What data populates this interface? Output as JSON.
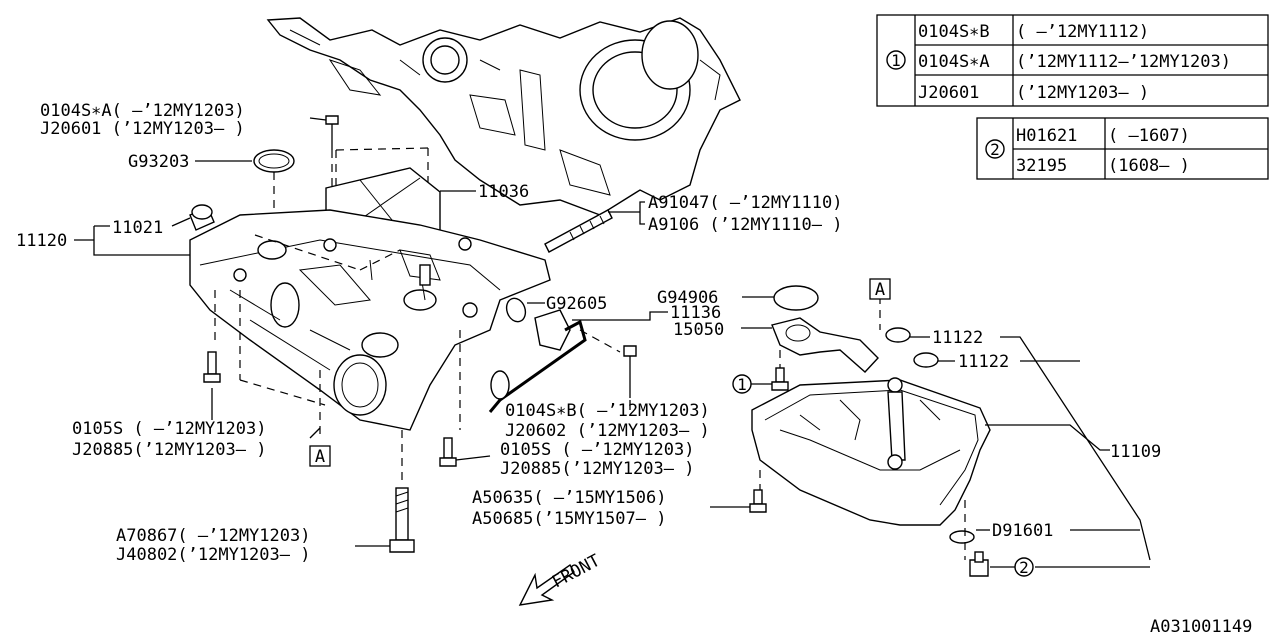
{
  "legend1": {
    "symbol": "1",
    "rows": [
      {
        "part": "0104S∗B",
        "range": "( –’12MY1112)"
      },
      {
        "part": "0104S∗A",
        "range": "(’12MY1112–’12MY1203)"
      },
      {
        "part": "J20601",
        "range": "(’12MY1203– )"
      }
    ]
  },
  "legend2": {
    "symbol": "2",
    "rows": [
      {
        "part": "H01621",
        "range": "(        –1607)"
      },
      {
        "part": "32195",
        "range": "(1608–       )"
      }
    ]
  },
  "labels": {
    "l0104sa": "0104S∗A( –’12MY1203)",
    "lj20601": "J20601 (’12MY1203– )",
    "lg93203": "G93203",
    "l11036": "11036",
    "l11021": "11021",
    "l11120": "11120",
    "la91047": "A91047( –’12MY1110)",
    "la9106": "A9106 (’12MY1110– )",
    "lg92605": "G92605",
    "lg94906": "G94906",
    "l11136": "11136",
    "l15050": "15050",
    "l11122a": "11122",
    "l11122b": "11122",
    "l0104sb": "0104S∗B( –’12MY1203)",
    "lj20602": "J20602 (’12MY1203– )",
    "l0105s_left": "0105S  ( –’12MY1203)",
    "lj20885_left": "J20885(’12MY1203– )",
    "l0105s_mid": "0105S  ( –’12MY1203)",
    "lj20885_mid": "J20885(’12MY1203– )",
    "l11109": "11109",
    "la50635": "A50635( –’15MY1506)",
    "la50685": "A50685(’15MY1507– )",
    "la70867": "A70867( –’12MY1203)",
    "lj40802": "J40802(’12MY1203– )",
    "ld91601": "D91601",
    "front": "FRONT",
    "ref_a1": "A",
    "ref_a2": "A",
    "callout1": "1",
    "callout2": "2",
    "drawing_id": "A031001149"
  }
}
